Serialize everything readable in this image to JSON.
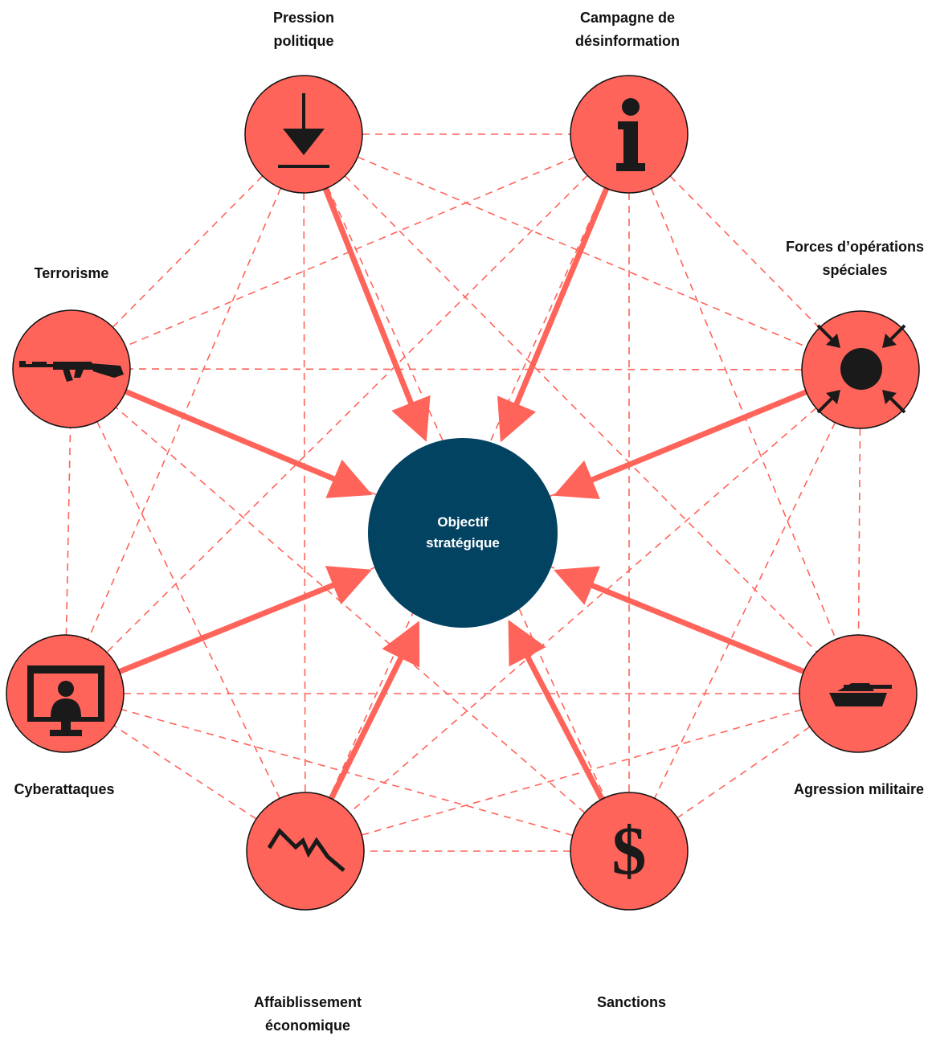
{
  "center": {
    "label_line1": "Objectif",
    "label_line2": "stratégique"
  },
  "nodes": [
    {
      "id": "political",
      "icon": "download-arrow-icon",
      "label_line1": "Pression",
      "label_line2": "politique"
    },
    {
      "id": "disinfo",
      "icon": "info-icon",
      "label_line1": "Campagne de",
      "label_line2": "désinformation"
    },
    {
      "id": "special-forces",
      "icon": "converging-arrows-icon",
      "label_line1": "Forces d’opérations",
      "label_line2": "spéciales"
    },
    {
      "id": "military",
      "icon": "tank-icon",
      "label_line1": "Agression militaire",
      "label_line2": ""
    },
    {
      "id": "sanctions",
      "icon": "dollar-icon",
      "label_line1": "Sanctions",
      "label_line2": ""
    },
    {
      "id": "economic",
      "icon": "falling-chart-icon",
      "label_line1": "Affaiblissement",
      "label_line2": "économique"
    },
    {
      "id": "cyber",
      "icon": "hacker-monitor-icon",
      "label_line1": "Cyberattaques",
      "label_line2": ""
    },
    {
      "id": "terrorism",
      "icon": "rifle-icon",
      "label_line1": "Terrorisme",
      "label_line2": ""
    }
  ],
  "colors": {
    "node_fill": "#ff645a",
    "link_color": "#ff645a",
    "center_fill": "#034362",
    "icon_color": "#1a1a1a"
  }
}
